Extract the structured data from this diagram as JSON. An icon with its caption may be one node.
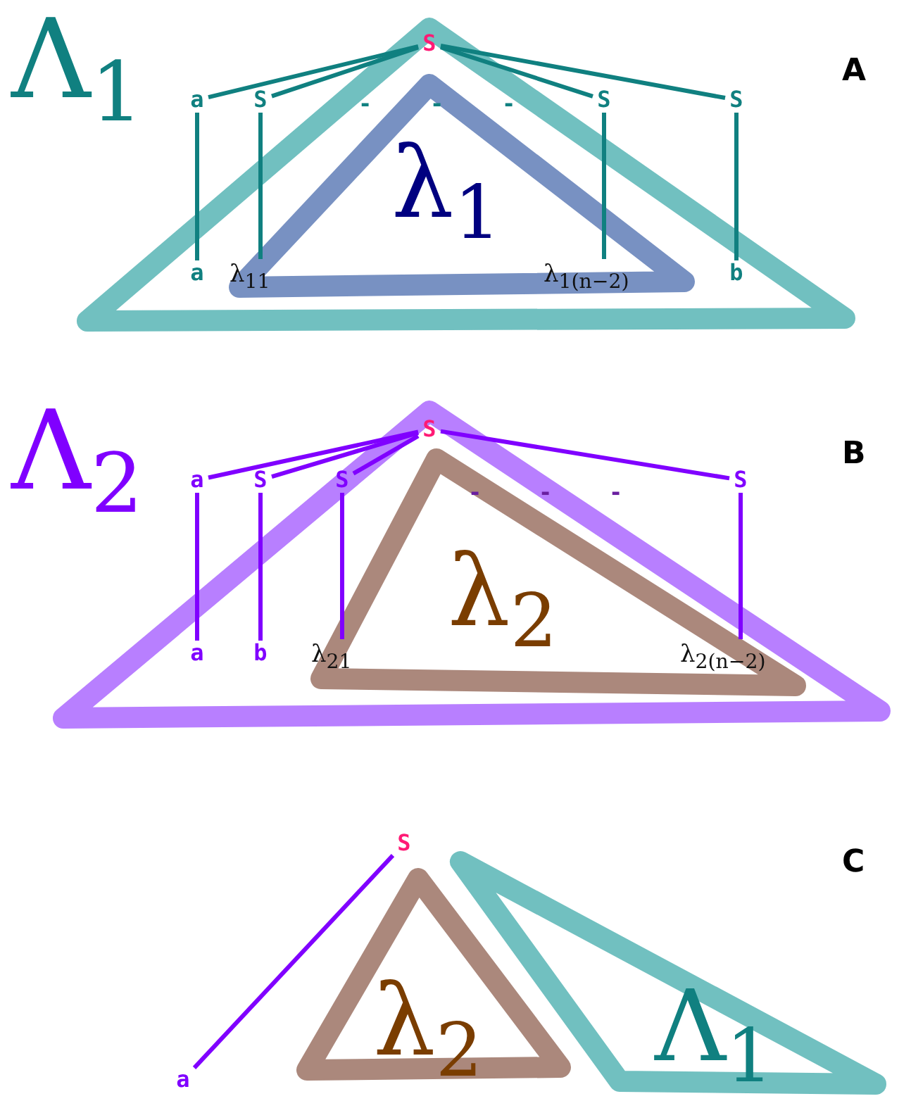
{
  "diagram": {
    "nodes": [
      {
        "text": [
          "Λ$_{1}$"
        ]
      },
      {
        "text": [
          "λ$_{1}$"
        ]
      },
      {
        "text": [
          "S"
        ]
      },
      {
        "text": [
          "a"
        ]
      },
      {
        "text": [
          "S"
        ]
      },
      {
        "text": [
          "S"
        ]
      },
      {
        "text": [
          "S"
        ]
      },
      {
        "text": [
          "a"
        ]
      },
      {
        "text": [
          "λ$_{11}$"
        ]
      },
      {
        "text": [
          "λ$_{1(n−2)}$"
        ]
      },
      {
        "text": [
          "b"
        ]
      },
      {
        "text": [
          "Λ$_{2}$"
        ]
      },
      {
        "text": [
          "λ$_{2}$"
        ]
      },
      {
        "text": [
          "S"
        ]
      },
      {
        "text": [
          "a"
        ]
      },
      {
        "text": [
          "S"
        ]
      },
      {
        "text": [
          "S"
        ]
      },
      {
        "text": [
          "S"
        ]
      },
      {
        "text": [
          "a"
        ]
      },
      {
        "text": [
          "b"
        ]
      },
      {
        "text": [
          "λ$_{21}$"
        ]
      },
      {
        "text": [
          "λ$_{2(n−2)}$"
        ]
      },
      {
        "text": [
          "S"
        ]
      },
      {
        "text": [
          "a"
        ]
      },
      {
        "text": [
          "λ$_{2}$"
        ]
      },
      {
        "text": [
          "Λ$_{1}$"
        ]
      }
    ],
    "edges": [
      {
        "from": 2,
        "to": 3,
        "arrow": "none",
        "color": "#108080"
      },
      {
        "from": 2,
        "to": 4,
        "arrow": "none",
        "color": "#108080"
      },
      {
        "from": 2,
        "to": 5,
        "arrow": "none",
        "color": "#108080"
      },
      {
        "from": 2,
        "to": 6,
        "arrow": "none",
        "color": "#108080"
      },
      {
        "from": 3,
        "to": 7,
        "arrow": "none",
        "color": "#108080"
      },
      {
        "from": 4,
        "to": 8,
        "arrow": "none",
        "color": "#108080"
      },
      {
        "from": 5,
        "to": 9,
        "arrow": "none",
        "color": "#108080"
      },
      {
        "from": 6,
        "to": 10,
        "arrow": "none",
        "color": "#108080"
      },
      {
        "from": 13,
        "to": 14,
        "arrow": "none"
      },
      {
        "from": 13,
        "to": 15,
        "arrow": "none"
      },
      {
        "from": 13,
        "to": 16,
        "arrow": "none"
      },
      {
        "from": 13,
        "to": 17,
        "arrow": "none"
      },
      {
        "from": 14,
        "to": 18,
        "arrow": "none"
      },
      {
        "from": 15,
        "to": 19,
        "arrow": "none"
      },
      {
        "from": 16,
        "to": 20,
        "arrow": "none"
      },
      {
        "from": 17,
        "to": 21,
        "arrow": "none"
      },
      {
        "from": 22,
        "to": 23,
        "arrow": "none"
      }
    ],
    "labels": [
      "A",
      "-",
      "-",
      "-",
      "B",
      "-",
      "-",
      "-",
      "C"
    ]
  }
}
